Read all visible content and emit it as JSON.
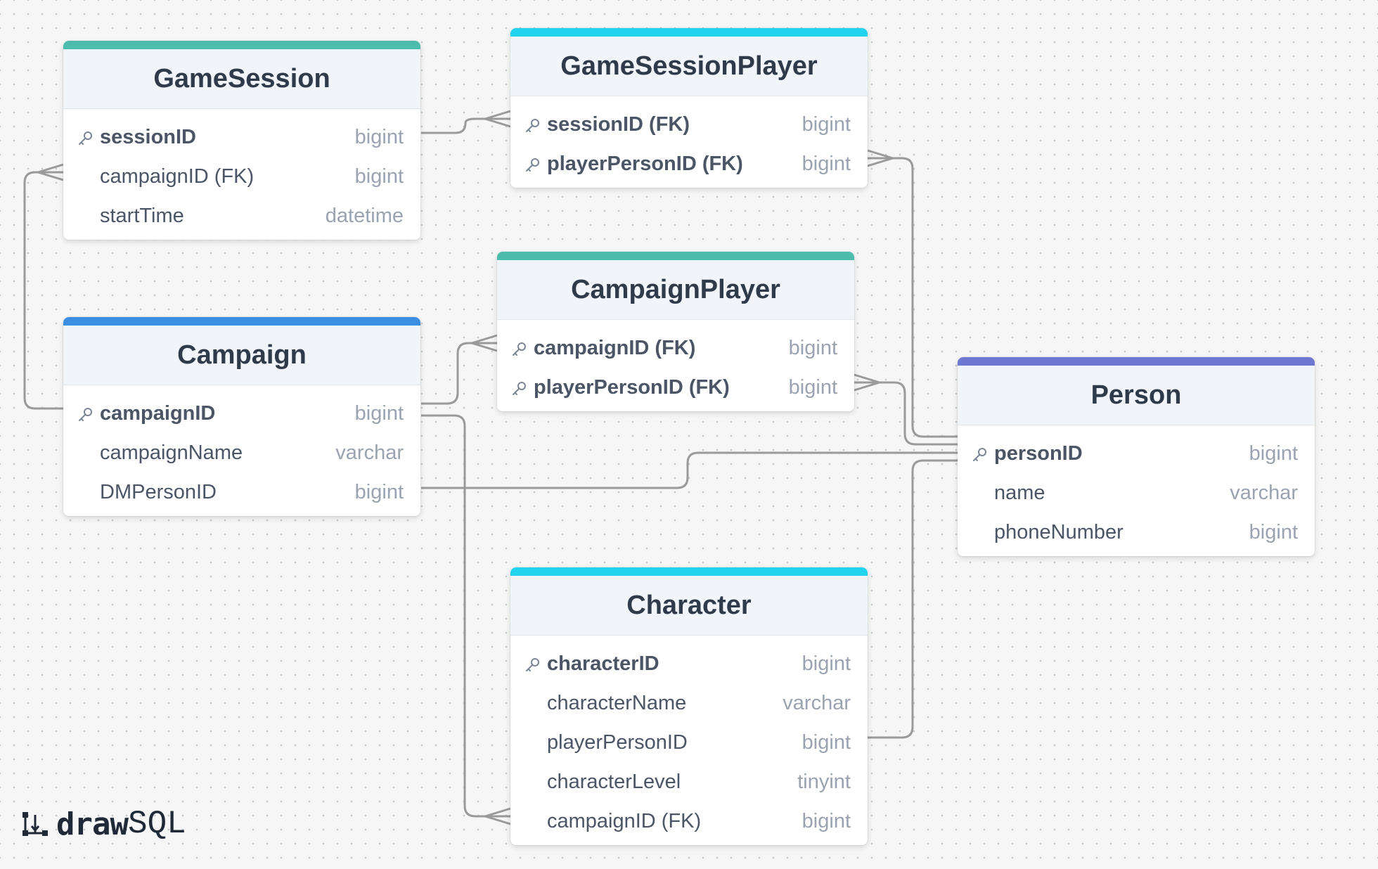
{
  "colors": {
    "teal": "#4cbcad",
    "cyan": "#22d3ee",
    "blue": "#3b8fe3",
    "indigo": "#6d78d3",
    "link": "#9a9a9a"
  },
  "tables": {
    "gamesession": {
      "title": "GameSession",
      "accent": "#4cbcad",
      "columns": [
        {
          "name": "sessionID",
          "type": "bigint",
          "pk": true
        },
        {
          "name": "campaignID (FK)",
          "type": "bigint",
          "pk": false
        },
        {
          "name": "startTime",
          "type": "datetime",
          "pk": false
        }
      ]
    },
    "gamesessionplayer": {
      "title": "GameSessionPlayer",
      "accent": "#22d3ee",
      "columns": [
        {
          "name": "sessionID (FK)",
          "type": "bigint",
          "pk": true
        },
        {
          "name": "playerPersonID (FK)",
          "type": "bigint",
          "pk": true
        }
      ]
    },
    "campaignplayer": {
      "title": "CampaignPlayer",
      "accent": "#4cbcad",
      "columns": [
        {
          "name": "campaignID (FK)",
          "type": "bigint",
          "pk": true
        },
        {
          "name": "playerPersonID (FK)",
          "type": "bigint",
          "pk": true
        }
      ]
    },
    "campaign": {
      "title": "Campaign",
      "accent": "#3b8fe3",
      "columns": [
        {
          "name": "campaignID",
          "type": "bigint",
          "pk": true
        },
        {
          "name": "campaignName",
          "type": "varchar",
          "pk": false
        },
        {
          "name": "DMPersonID",
          "type": "bigint",
          "pk": false
        }
      ]
    },
    "person": {
      "title": "Person",
      "accent": "#6d78d3",
      "columns": [
        {
          "name": "personID",
          "type": "bigint",
          "pk": true
        },
        {
          "name": "name",
          "type": "varchar",
          "pk": false
        },
        {
          "name": "phoneNumber",
          "type": "bigint",
          "pk": false
        }
      ]
    },
    "character": {
      "title": "Character",
      "accent": "#22d3ee",
      "columns": [
        {
          "name": "characterID",
          "type": "bigint",
          "pk": true
        },
        {
          "name": "characterName",
          "type": "varchar",
          "pk": false
        },
        {
          "name": "playerPersonID",
          "type": "bigint",
          "pk": false
        },
        {
          "name": "characterLevel",
          "type": "tinyint",
          "pk": false
        },
        {
          "name": "campaignID (FK)",
          "type": "bigint",
          "pk": false
        }
      ]
    }
  },
  "logo": {
    "part1": "draw",
    "part2": "SQL"
  }
}
